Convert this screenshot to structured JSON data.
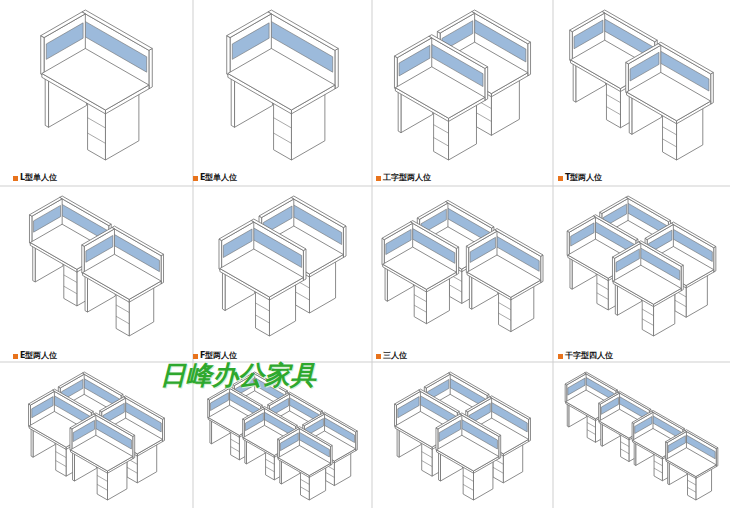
{
  "diagram": {
    "labels": [
      "L型单人位",
      "E型单人位",
      "工字型两人位",
      "T型两人位",
      "E型两人位",
      "F型两人位",
      "三人位",
      "干字型四人位",
      "日峰办公家具"
    ]
  }
}
